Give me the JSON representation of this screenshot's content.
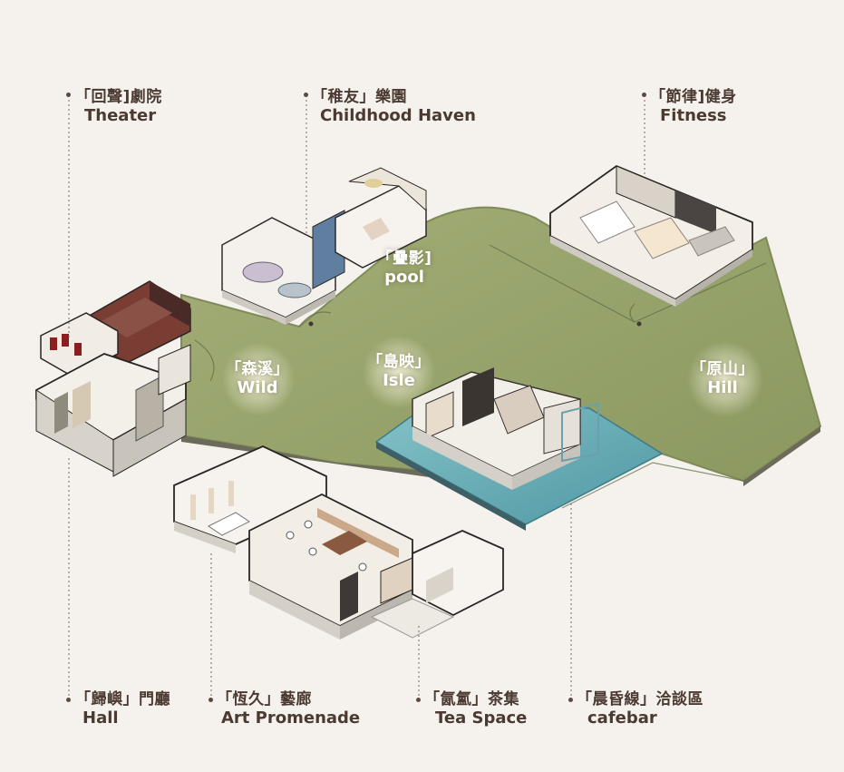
{
  "colors": {
    "background": "#f5f1ec",
    "grass": "#97a46b",
    "grass_edge": "#7d8a55",
    "water": "#6fb4bd",
    "label_text": "#4a3a32",
    "guide_line": "#7a6a60"
  },
  "spaces": {
    "theater": {
      "zh": "「回聲]劇院",
      "en": "Theater"
    },
    "childhood": {
      "zh": "「稚友」樂園",
      "en": "Childhood Haven"
    },
    "fitness": {
      "zh": "「節律]健身",
      "en": "Fitness"
    },
    "pool": {
      "zh": "「疊影]",
      "en": "pool"
    },
    "wild": {
      "zh": "「森溪」",
      "en": "Wild"
    },
    "isle": {
      "zh": "「島映」",
      "en": "Isle"
    },
    "hill": {
      "zh": "「原山」",
      "en": "Hill"
    },
    "hall": {
      "zh": "「歸嶼」門廳",
      "en": "Hall"
    },
    "art": {
      "zh": "「恆久」藝廊",
      "en": "Art Promenade"
    },
    "tea": {
      "zh": "「氤氳」茶集",
      "en": "Tea Space"
    },
    "cafebar": {
      "zh": "「晨昏線」洽談區",
      "en": "cafebar"
    }
  }
}
